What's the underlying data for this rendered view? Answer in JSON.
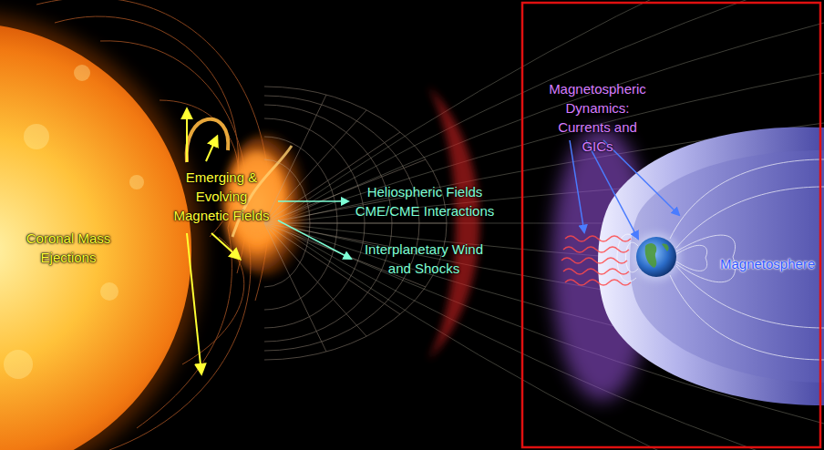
{
  "diagram": {
    "nodes": [
      {
        "text": [
          "Emerging & Evolving Magnetic Fields"
        ]
      },
      {
        "text": [
          "Heliospheric Fields CME/CME Interactions"
        ]
      },
      {
        "text": [
          "Interplanetary Wind and Shocks"
        ]
      }
    ],
    "edges": [
      {
        "from": 0,
        "to": 1,
        "arrow": "to"
      },
      {
        "from": 0,
        "to": 2,
        "arrow": "to"
      }
    ],
    "labels": [
      "Coronal Mass Ejections",
      "Magnetospheric Dynamics: Currents and GICs",
      "Magnetosphere"
    ]
  }
}
